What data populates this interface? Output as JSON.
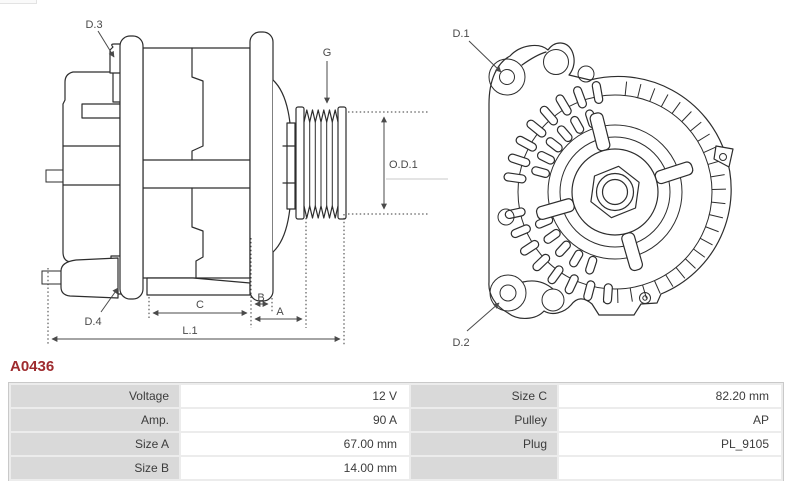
{
  "part_number": "A0436",
  "colors": {
    "accent": "#9e2b2e"
  },
  "diagram": {
    "labels": {
      "d3": "D.3",
      "d4": "D.4",
      "g": "G",
      "od1": "O.D.1",
      "c": "C",
      "b": "B",
      "a": "A",
      "l1": "L.1",
      "d1": "D.1",
      "d2": "D.2"
    }
  },
  "table": {
    "rows": [
      {
        "left_label": "Voltage",
        "left_value": "12 V",
        "right_label": "Size C",
        "right_value": "82.20 mm"
      },
      {
        "left_label": "Amp.",
        "left_value": "90 A",
        "right_label": "Pulley",
        "right_value": "AP"
      },
      {
        "left_label": "Size A",
        "left_value": "67.00 mm",
        "right_label": "Plug",
        "right_value": "PL_9105"
      },
      {
        "left_label": "Size B",
        "left_value": "14.00 mm",
        "right_label": "",
        "right_value": ""
      }
    ]
  }
}
